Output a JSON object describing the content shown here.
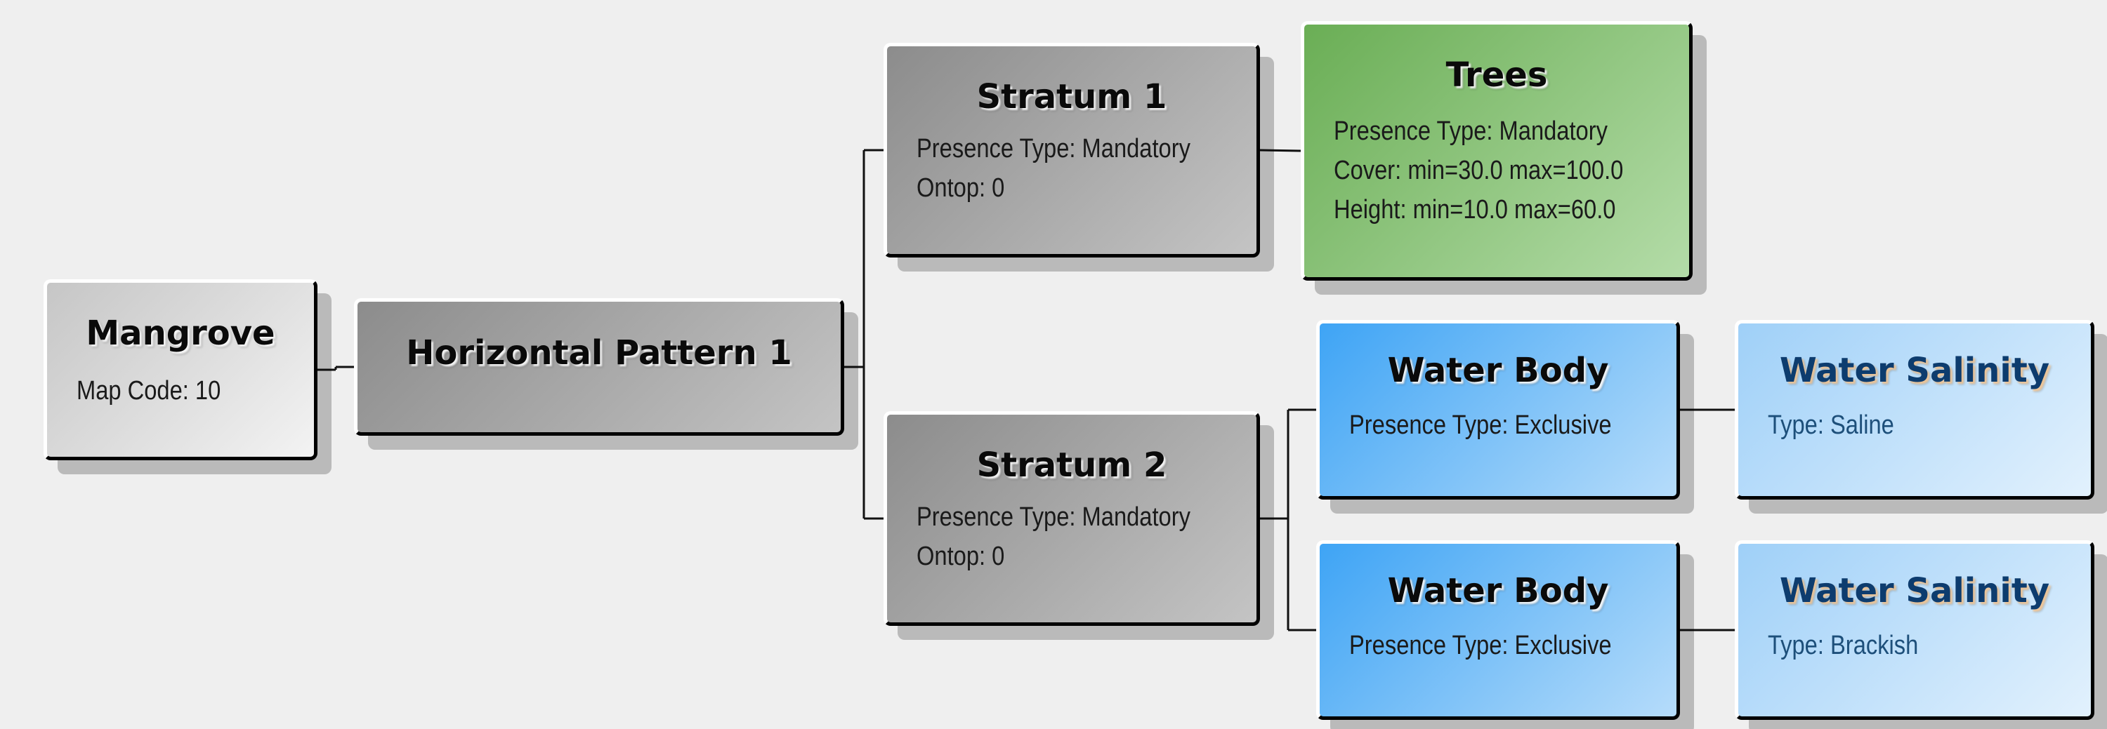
{
  "diagram": {
    "nodes": [
      {
        "id": "mangrove",
        "title": "Mangrove",
        "lines": [
          "Map Code: 10"
        ],
        "style": "grey-light"
      },
      {
        "id": "horizontal-pattern-1",
        "title": "Horizontal Pattern 1",
        "lines": [],
        "style": "grey"
      },
      {
        "id": "stratum-1",
        "title": "Stratum 1",
        "lines": [
          "Presence Type: Mandatory",
          "Ontop: 0"
        ],
        "style": "grey"
      },
      {
        "id": "stratum-2",
        "title": "Stratum 2",
        "lines": [
          "Presence Type: Mandatory",
          "Ontop: 0"
        ],
        "style": "grey"
      },
      {
        "id": "trees",
        "title": "Trees",
        "lines": [
          "Presence Type: Mandatory",
          "Cover: min=30.0 max=100.0",
          "Height: min=10.0 max=60.0"
        ],
        "style": "green"
      },
      {
        "id": "water-body-1",
        "title": "Water Body",
        "lines": [
          "Presence Type: Exclusive"
        ],
        "style": "blue"
      },
      {
        "id": "water-body-2",
        "title": "Water Body",
        "lines": [
          "Presence Type: Exclusive"
        ],
        "style": "blue"
      },
      {
        "id": "water-salinity-1",
        "title": "Water Salinity",
        "lines": [
          "Type: Saline"
        ],
        "style": "blue-light"
      },
      {
        "id": "water-salinity-2",
        "title": "Water Salinity",
        "lines": [
          "Type: Brackish"
        ],
        "style": "blue-light"
      }
    ],
    "edges": [
      {
        "from": "mangrove",
        "to": "horizontal-pattern-1"
      },
      {
        "from": "horizontal-pattern-1",
        "to": "stratum-1"
      },
      {
        "from": "horizontal-pattern-1",
        "to": "stratum-2"
      },
      {
        "from": "stratum-1",
        "to": "trees"
      },
      {
        "from": "stratum-2",
        "to": "water-body-1"
      },
      {
        "from": "stratum-2",
        "to": "water-body-2"
      },
      {
        "from": "water-body-1",
        "to": "water-salinity-1"
      },
      {
        "from": "water-body-2",
        "to": "water-salinity-2"
      }
    ]
  }
}
